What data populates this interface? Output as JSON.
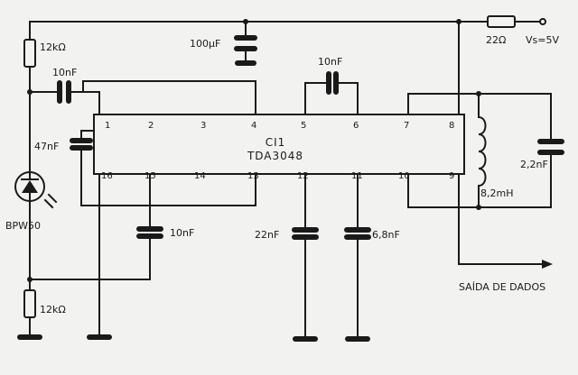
{
  "ic": {
    "name": "CI1",
    "part": "TDA3048"
  },
  "pins_top": [
    "1",
    "2",
    "3",
    "4",
    "5",
    "6",
    "7",
    "8"
  ],
  "pins_bottom": [
    "16",
    "15",
    "14",
    "13",
    "12",
    "11",
    "10",
    "9"
  ],
  "components": {
    "r_top": "12kΩ",
    "r_bottom": "12kΩ",
    "r_supply": "22Ω",
    "supply": "Vs=5V",
    "c_bulk": "100µF",
    "c_pin1": "10nF",
    "c_56": "10nF",
    "c_left": "47nF",
    "c_pin15": "10nF",
    "c_pin12": "22nF",
    "c_pin11": "6,8nF",
    "c_tank": "2,2nF",
    "l_tank": "8,2mH",
    "diode": "BPW50"
  },
  "output_label": "SAÍDA DE DADOS"
}
